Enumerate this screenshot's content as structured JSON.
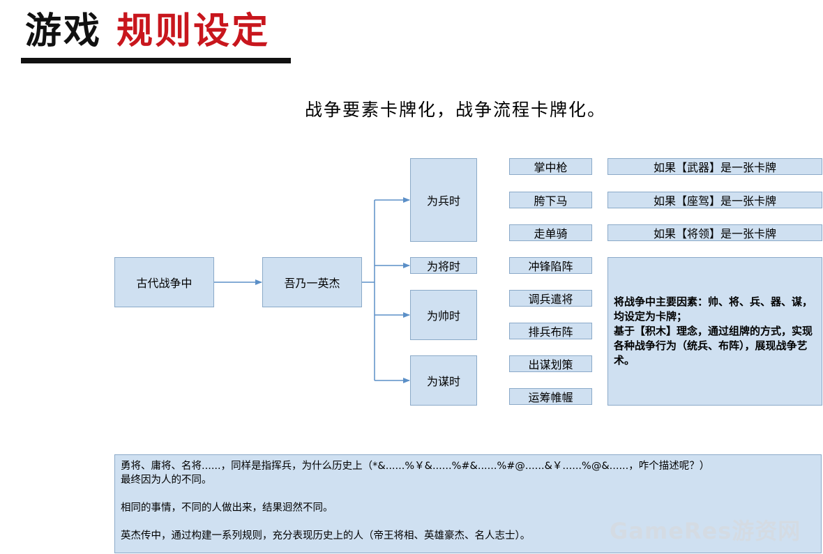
{
  "header": {
    "title_part1": "游戏",
    "title_part2": "规则设定",
    "subtitle": "战争要素卡牌化，战争流程卡牌化。"
  },
  "diagram": {
    "root": "古代战争中",
    "hero": "吾乃一英杰",
    "roles": [
      "为兵时",
      "为将时",
      "为帅时",
      "为谋时"
    ],
    "actions": [
      "掌中枪",
      "胯下马",
      "走单骑",
      "冲锋陷阵",
      "调兵遣将",
      "排兵布阵",
      "出谋划策",
      "运筹帷幄"
    ],
    "card_notes": [
      "如果【武器】是一张卡牌",
      "如果【座驾】是一张卡牌",
      "如果【将领】是一张卡牌"
    ],
    "summary": [
      "将战争中主要因素：帅、将、兵、器、谋，均设定为卡牌；",
      "基于【积木】理念，通过组牌的方式，实现各种战争行为（统兵、布阵），展现战争艺术。"
    ]
  },
  "note": {
    "lines": [
      "勇将、庸将、名将......，同样是指挥兵，为什么历史上（*&......%￥&......%#&......%#@......&￥......%@&......，咋个描述呢？）",
      "最终因为人的不同。",
      "相同的事情，不同的人做出来，结果迥然不同。",
      "英杰传中，通过构建一系列规则，充分表现历史上的人（帝王将相、英雄豪杰、名人志士）。"
    ]
  },
  "watermark": "GameRes游资网",
  "colors": {
    "box_fill": "#cfe0f1",
    "box_border": "#8aa9c8",
    "arrow": "#5b8fc7",
    "title_red": "#c8161d"
  }
}
